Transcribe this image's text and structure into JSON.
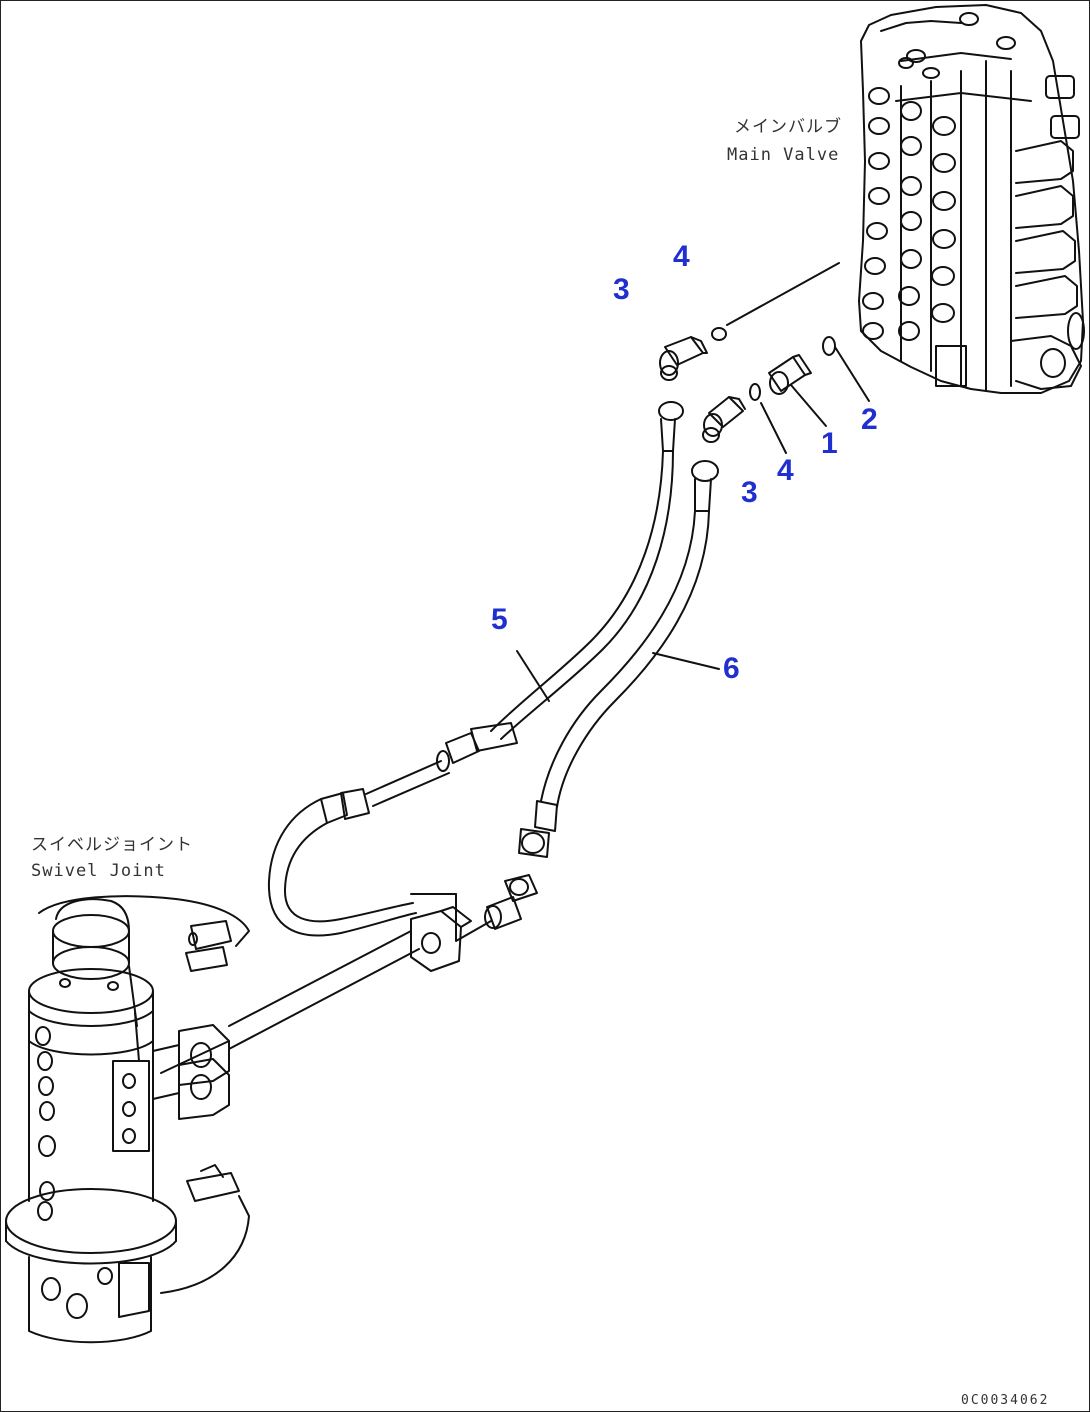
{
  "accent_color": "#1f2fd0",
  "line_color": "#111111",
  "labels": {
    "main_valve_jp": "メインバルブ",
    "main_valve_en": "Main Valve",
    "swivel_joint_jp": "スイベルジョイント",
    "swivel_joint_en": "Swivel Joint"
  },
  "callouts": {
    "c1": "1",
    "c2": "2",
    "c3a": "3",
    "c3b": "3",
    "c4a": "4",
    "c4b": "4",
    "c5": "5",
    "c6": "6"
  },
  "drawing_number": "0C0034062"
}
